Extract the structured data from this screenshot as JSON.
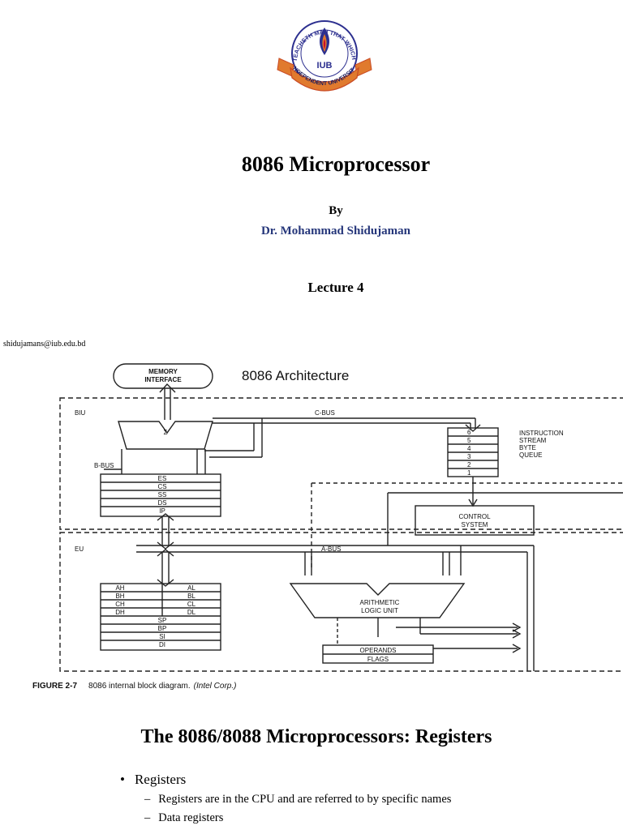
{
  "logo": {
    "motto": "TEACHETH MAN THAT WHICH HE KNEW NOT",
    "initials": "IUB",
    "name": "INDEPENDENT UNIVERSITY"
  },
  "cover": {
    "title": "8086 Microprocessor",
    "by": "By",
    "author": "Dr. Mohammad Shidujaman",
    "lecture": "Lecture 4"
  },
  "footer_email": "shidujamans@iub.edu.bd",
  "diagram": {
    "heading": "8086 Architecture",
    "memory_interface": [
      "MEMORY",
      "INTERFACE"
    ],
    "biu": "BIU",
    "eu": "EU",
    "c_bus": "C-BUS",
    "b_bus": "B-BUS",
    "a_bus": "A-BUS",
    "sigma": "Σ",
    "segment_registers": [
      "ES",
      "CS",
      "SS",
      "DS",
      "IP"
    ],
    "queue_slots": [
      "6",
      "5",
      "4",
      "3",
      "2",
      "1"
    ],
    "queue_label": [
      "INSTRUCTION",
      "STREAM",
      "BYTE",
      "QUEUE"
    ],
    "control_system": [
      "CONTROL",
      "SYSTEM"
    ],
    "general_left": [
      "AH",
      "BH",
      "CH",
      "DH"
    ],
    "general_right": [
      "AL",
      "BL",
      "CL",
      "DL"
    ],
    "pointer_registers": [
      "SP",
      "BP",
      "SI",
      "DI"
    ],
    "alu": [
      "ARITHMETIC",
      "LOGIC UNIT"
    ],
    "operands": "OPERANDS",
    "flags": "FLAGS",
    "caption_fig": "FIGURE 2-7",
    "caption_text": "8086 internal block diagram.",
    "caption_credit": "(Intel Corp.)"
  },
  "slide2": {
    "title": "The 8086/8088 Microprocessors: Registers",
    "bullet_mark": "•",
    "bullet": "Registers",
    "dash": "–",
    "subitems": [
      "Registers are in the CPU and are referred to by specific names",
      "Data registers"
    ]
  },
  "colors": {
    "logo_blue": "#2c2f8f",
    "logo_orange": "#e07a2e",
    "logo_ribbon": "#c94b25",
    "logo_red": "#c8102e",
    "author_blue": "#25367a"
  }
}
